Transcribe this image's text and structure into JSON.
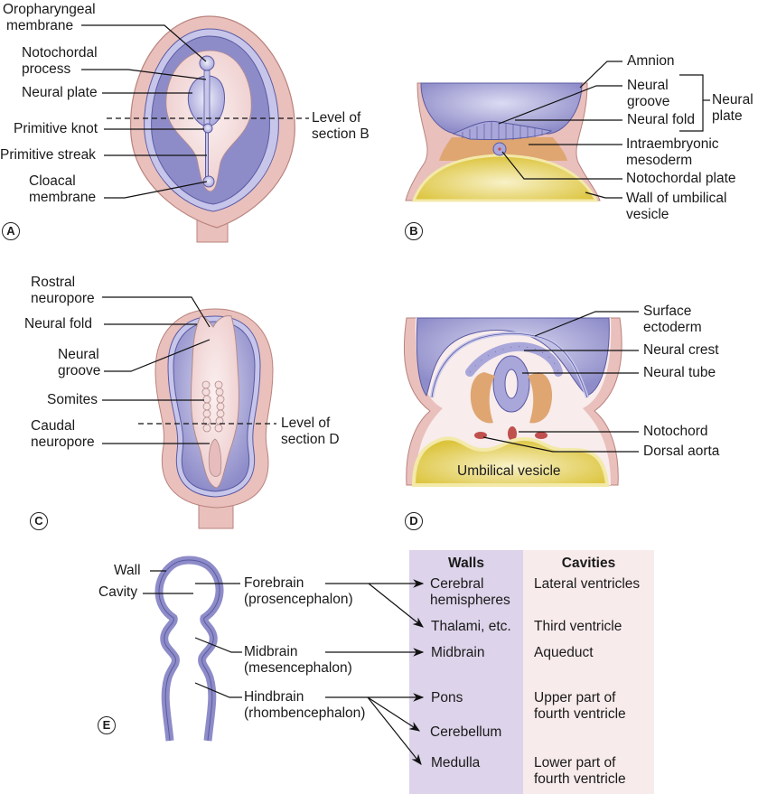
{
  "colors": {
    "outer_pink": "#e9c0bc",
    "outer_pink_stroke": "#b9837e",
    "purple_dark": "#8e8cc8",
    "purple_light": "#c7c6ea",
    "purple_stroke": "#5a5aa3",
    "inner_pink": "#f5dede",
    "yellow": "#e2cb4b",
    "yellow_light": "#f3e9a8",
    "mesoderm_orange": "#dfa672",
    "notochord_red": "#c0504d",
    "table_walls_bg": "#ddd3ea",
    "table_cavities_bg": "#f8ebeb"
  },
  "panels": {
    "A": {
      "letter": "A",
      "labels": {
        "oropharyngeal": [
          "Oropharyngeal",
          "membrane"
        ],
        "notochordal": [
          "Notochordal",
          "process"
        ],
        "neural_plate": "Neural plate",
        "level": [
          "Level of",
          "section B"
        ],
        "primitive_knot": "Primitive knot",
        "primitive_streak": "Primitive streak",
        "cloacal": [
          "Cloacal",
          "membrane"
        ]
      }
    },
    "B": {
      "letter": "B",
      "labels": {
        "amnion": "Amnion",
        "neural_groove": [
          "Neural",
          "groove"
        ],
        "neural_fold": "Neural fold",
        "neural_plate": [
          "Neural",
          "plate"
        ],
        "mesoderm": [
          "Intraembryonic",
          "mesoderm"
        ],
        "notochordal_plate": "Notochordal plate",
        "wall": [
          "Wall of umbilical",
          "vesicle"
        ]
      }
    },
    "C": {
      "letter": "C",
      "labels": {
        "rostral": [
          "Rostral",
          "neuropore"
        ],
        "neural_fold": "Neural fold",
        "neural_groove": [
          "Neural",
          "groove"
        ],
        "somites": "Somites",
        "caudal": [
          "Caudal",
          "neuropore"
        ],
        "level": [
          "Level of",
          "section D"
        ]
      }
    },
    "D": {
      "letter": "D",
      "labels": {
        "surface": [
          "Surface",
          "ectoderm"
        ],
        "neural_crest": "Neural crest",
        "neural_tube": "Neural tube",
        "notochord": "Notochord",
        "dorsal_aorta": "Dorsal aorta",
        "umbilical": "Umbilical vesicle"
      }
    },
    "E": {
      "letter": "E",
      "labels": {
        "wall": "Wall",
        "cavity": "Cavity",
        "forebrain": [
          "Forebrain",
          "(prosencephalon)"
        ],
        "midbrain": [
          "Midbrain",
          "(mesencephalon)"
        ],
        "hindbrain": [
          "Hindbrain",
          "(rhombencephalon)"
        ]
      },
      "table": {
        "headers": [
          "Walls",
          "Cavities"
        ],
        "rows": [
          {
            "wall": [
              "Cerebral",
              "hemispheres"
            ],
            "cavity": [
              "Lateral ventricles"
            ]
          },
          {
            "wall": [
              "Thalami, etc."
            ],
            "cavity": [
              "Third ventricle"
            ]
          },
          {
            "wall": [
              "Midbrain"
            ],
            "cavity": [
              "Aqueduct"
            ]
          },
          {
            "wall": [
              "Pons"
            ],
            "cavity": [
              "Upper part of",
              "fourth ventricle"
            ]
          },
          {
            "wall": [
              "Cerebellum"
            ],
            "cavity": []
          },
          {
            "wall": [
              "Medulla"
            ],
            "cavity": [
              "Lower part of",
              "fourth ventricle"
            ]
          }
        ]
      }
    }
  }
}
